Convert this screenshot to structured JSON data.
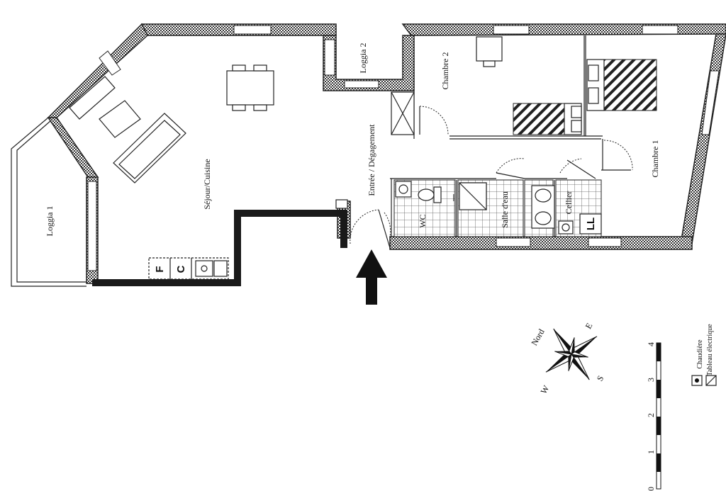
{
  "rooms": {
    "sejour": "Séjour/Cuisine",
    "loggia1": "Loggia 1",
    "loggia2": "Loggia 2",
    "chambre2": "Chambre 2",
    "chambre1": "Chambre 1",
    "entree": "Entrée / Dégagement",
    "wc": "WC",
    "salle_eau": "Salle d'eau",
    "cellier": "Cellier"
  },
  "appliances": {
    "fridge": "F",
    "cooker": "C",
    "washer": "LL"
  },
  "compass": {
    "north": "Nord",
    "east": "E",
    "south": "S",
    "west": "W"
  },
  "scale": {
    "ticks": [
      "0",
      "1",
      "2",
      "3",
      "4"
    ]
  },
  "legend": {
    "boiler": "Chaudière",
    "panel": "Tableau électrique"
  },
  "entry_arrow_icon": "up-arrow-icon",
  "compass_icon": "compass-rose-icon"
}
